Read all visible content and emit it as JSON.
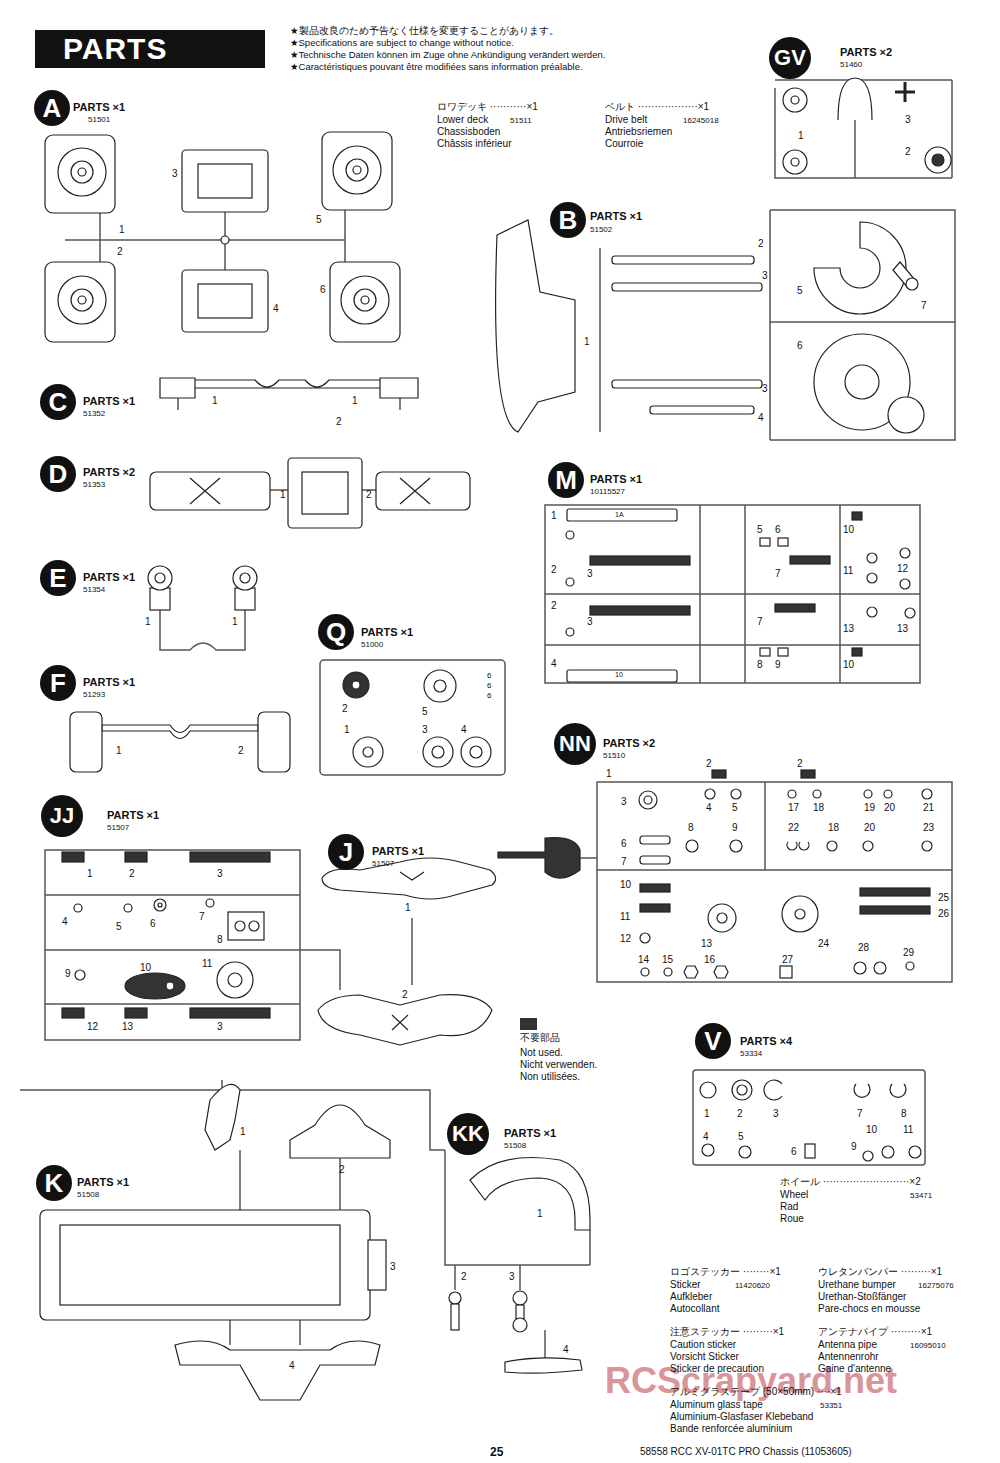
{
  "diagram": {
    "title": "PARTS",
    "nodes": [
      {
        "text": [
          "A"
        ]
      },
      {
        "text": [
          "GV"
        ]
      },
      {
        "text": [
          "B"
        ]
      },
      {
        "text": [
          "C"
        ]
      },
      {
        "text": [
          "D"
        ]
      },
      {
        "text": [
          "E"
        ]
      },
      {
        "text": [
          "M"
        ]
      },
      {
        "text": [
          "Q"
        ]
      },
      {
        "text": [
          "F"
        ]
      },
      {
        "text": [
          "NN"
        ]
      },
      {
        "text": [
          "JJ"
        ]
      },
      {
        "text": [
          "J"
        ]
      },
      {
        "text": [
          "V"
        ]
      },
      {
        "text": [
          "KK"
        ]
      },
      {
        "text": [
          "K"
        ]
      }
    ],
    "labels": [
      "★製品改良のため予告なく仕様を変更することがあります。",
      "★Specifications are subject to change without notice.",
      "★Technische Daten können im Zuge ohne Ankündigung verändert werden.",
      "★Caractéristiques pouvant être modifiées sans information préalable.",
      "PARTS ×1",
      "51501",
      "3",
      "1",
      "2",
      "5",
      "6",
      "4",
      "ロワデッキ ···········×1",
      "Lower deck",
      "51511",
      "Chassisboden",
      "Châssis inférieur",
      "ベルト ··················×1",
      "Drive belt",
      "16245018",
      "Antriebsriemen",
      "Courroie",
      "PARTS ×2",
      "51460",
      "1",
      "3",
      "2",
      "PARTS ×1",
      "51502",
      "2",
      "3",
      "1",
      "3",
      "4",
      "5",
      "7",
      "6",
      "PARTS ×1",
      "51352",
      "1",
      "1",
      "2",
      "PARTS ×2",
      "51353",
      "1",
      "2",
      "PARTS ×1",
      "51354",
      "1",
      "1",
      "PARTS ×1",
      "10115527",
      "1",
      "1A",
      "5",
      "6",
      "10",
      "2",
      "3",
      "7",
      "11",
      "12",
      "2",
      "3",
      "7",
      "13",
      "13",
      "4",
      "10",
      "8",
      "9",
      "10",
      "PARTS ×1",
      "51000",
      "2",
      "5",
      "6",
      "6",
      "6",
      "1",
      "3",
      "4",
      "PARTS ×1",
      "51293",
      "1",
      "2",
      "PARTS ×2",
      "51510",
      "1",
      "2",
      "2",
      "3",
      "4",
      "5",
      "17",
      "18",
      "19",
      "20",
      "21",
      "6",
      "8",
      "9",
      "22",
      "18",
      "20",
      "23",
      "7",
      "10",
      "25",
      "26",
      "11",
      "12",
      "13",
      "24",
      "14",
      "15",
      "16",
      "27",
      "28",
      "29",
      "PARTS ×1",
      "51507",
      "1",
      "2",
      "3",
      "4",
      "5",
      "6",
      "7",
      "8",
      "9",
      "10",
      "11",
      "12",
      "13",
      "3",
      "PARTS ×1",
      "51507",
      "1",
      "2",
      "Not used.",
      "Nicht verwenden.",
      "Non utilisées.",
      "PARTS ×4",
      "53334",
      "1",
      "2",
      "3",
      "7",
      "8",
      "4",
      "5",
      "6",
      "9",
      "10",
      "11",
      "PARTS ×1",
      "51508",
      "1",
      "2",
      "3",
      "4",
      "PARTS ×1",
      "51508",
      "1",
      "2",
      "3",
      "4",
      "ホイール ··························×2",
      "Wheel",
      "53471",
      "Rad",
      "Roue",
      "ロゴステッカー ········×1",
      "Sticker",
      "11420620",
      "Aufkleber",
      "Autocollant",
      "ウレタンバンパー ·········×1",
      "Urethane bumper",
      "16275076",
      "Urethan-Stoßfänger",
      "Pare-chocs en mousse",
      "注意ステッカー ·········×1",
      "Caution sticker",
      "Vorsicht Sticker",
      "Sticker de precaution",
      "アンテナパイプ ·········×1",
      "Antenna pipe",
      "16095010",
      "Antennenrohr",
      "Gaine d'antenne",
      "アルミグラステープ (50×50mm) ····×1",
      "Aluminum glass tape",
      "53351",
      "Aluminium-Glasfaser Klebeband",
      "Bande renforcée aluminium",
      "25",
      "58558 RCC XV-01TC PRO Chassis (11053605)",
      "RCScrapyard.net"
    ],
    "legend": [
      {
        "text": "不要部品",
        "color": "#333333"
      }
    ]
  }
}
